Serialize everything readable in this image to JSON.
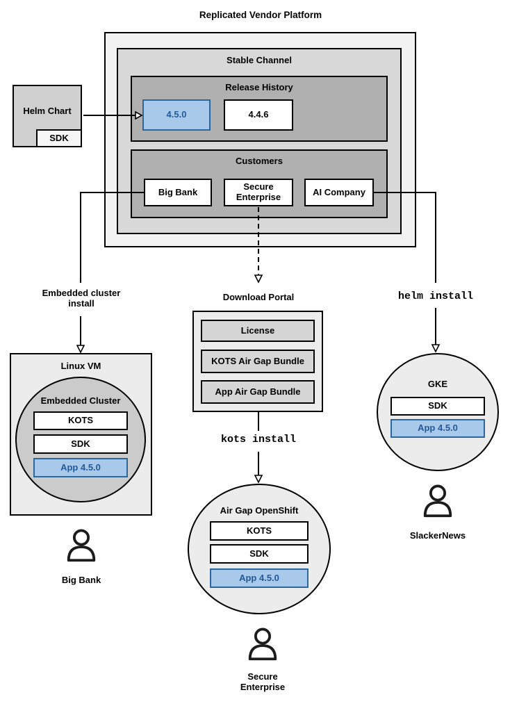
{
  "platform": {
    "title": "Replicated Vendor Platform",
    "stable_channel": {
      "title": "Stable Channel",
      "release_history": {
        "title": "Release History",
        "releases": [
          {
            "version": "4.5.0",
            "highlighted": true
          },
          {
            "version": "4.4.6",
            "highlighted": false
          }
        ]
      },
      "customers": {
        "title": "Customers",
        "items": [
          {
            "name": "Big Bank"
          },
          {
            "name": "Secure Enterprise"
          },
          {
            "name": "AI Company"
          }
        ]
      }
    }
  },
  "helm_chart": {
    "label": "Helm Chart",
    "sdk": "SDK"
  },
  "connector_labels": {
    "embedded_cluster_install": "Embedded cluster install",
    "helm_install": "helm install",
    "kots_install": "kots install"
  },
  "download_portal": {
    "title": "Download Portal",
    "items": [
      {
        "label": "License"
      },
      {
        "label": "KOTS Air Gap Bundle"
      },
      {
        "label": "App Air Gap Bundle"
      }
    ]
  },
  "deployments": {
    "linux_vm": {
      "title": "Linux VM",
      "cluster": {
        "title": "Embedded Cluster",
        "components": [
          {
            "label": "KOTS",
            "highlighted": false
          },
          {
            "label": "SDK",
            "highlighted": false
          },
          {
            "label": "App 4.5.0",
            "highlighted": true
          }
        ]
      },
      "persona": "Big Bank"
    },
    "air_gap_openshift": {
      "title": "Air Gap OpenShift",
      "components": [
        {
          "label": "KOTS",
          "highlighted": false
        },
        {
          "label": "SDK",
          "highlighted": false
        },
        {
          "label": "App 4.5.0",
          "highlighted": true
        }
      ],
      "persona": "Secure Enterprise"
    },
    "gke": {
      "title": "GKE",
      "components": [
        {
          "label": "SDK",
          "highlighted": false
        },
        {
          "label": "App 4.5.0",
          "highlighted": true
        }
      ],
      "persona": "SlackerNews"
    }
  },
  "colors": {
    "highlight_fill": "#a9c9eb",
    "highlight_border": "#2a669f",
    "highlight_text": "#235a96",
    "line": "#000000",
    "outer_box": "#f2f2f2",
    "channel_box": "#d8d8d8",
    "inner_box": "#b0b0b0"
  }
}
